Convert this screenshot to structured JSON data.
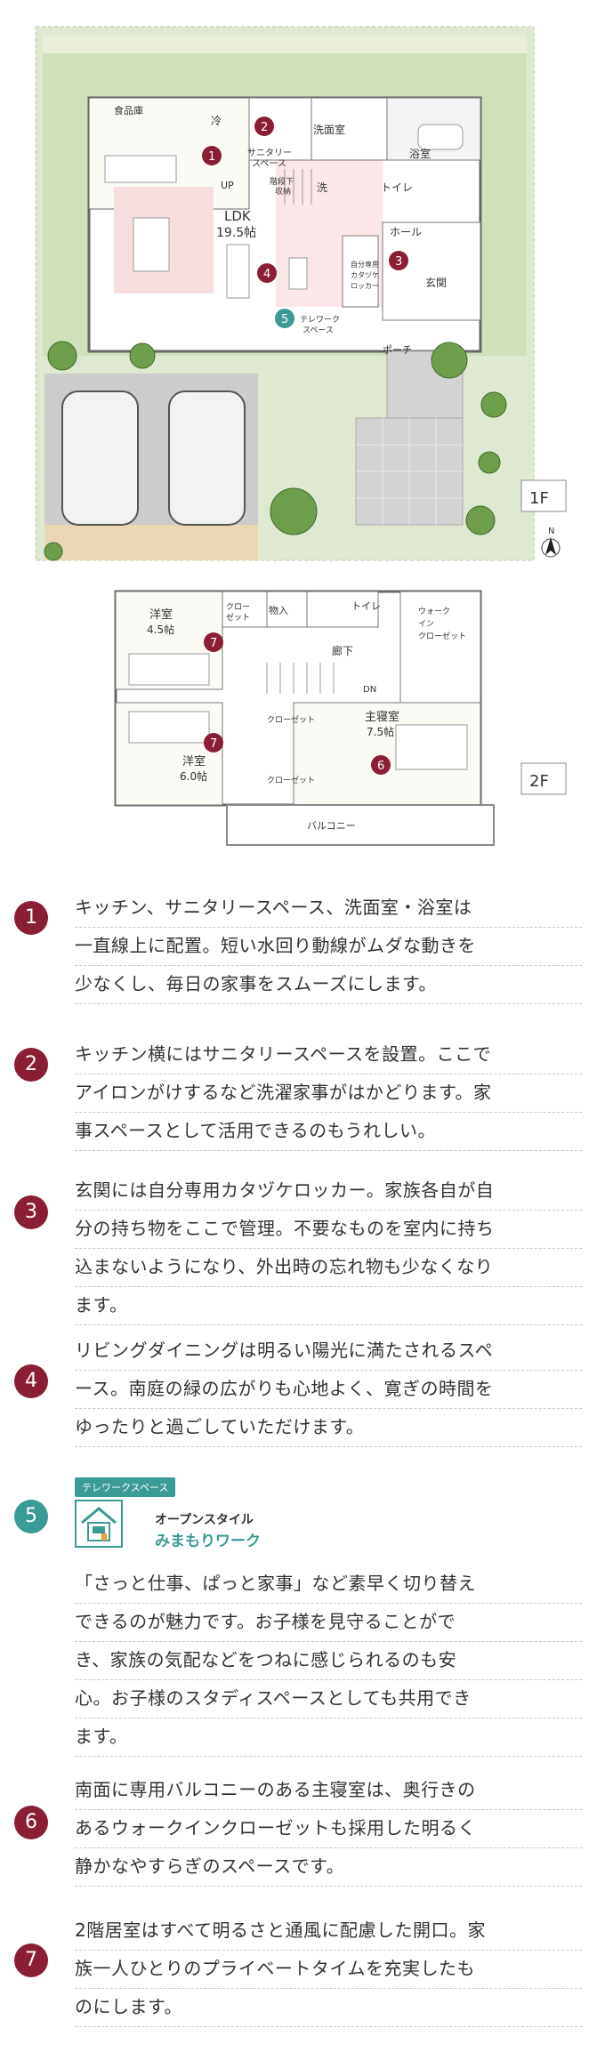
{
  "floor_plan": {
    "floor1_tag": "1F",
    "floor2_tag": "2F",
    "north": "N",
    "rooms1": {
      "kitchen_storage": "食品庫",
      "fridge": "冷",
      "sanitary": "サニタリー\nスペース",
      "up": "UP",
      "stair_storage": "階段下\n収納",
      "washroom": "洗面室",
      "wash": "洗",
      "bath": "浴室",
      "toilet": "トイレ",
      "hall": "ホール",
      "entrance": "玄関",
      "locker": "自分専用\nカタヅケ\nロッカー",
      "ldk": "LDK",
      "ldk_size": "19.5帖",
      "telework": "テレワーク\nスペース",
      "porch": "ポーチ"
    },
    "rooms2": {
      "room_a": "洋室",
      "room_a_size": "4.5帖",
      "closet_a": "クロー\nゼット",
      "storage": "物入",
      "toilet": "トイレ",
      "hall": "廊下",
      "walkin": "ウォーク\nイン\nクローゼット",
      "dn": "DN",
      "closet_b": "クローゼット",
      "room_b": "洋室",
      "room_b_size": "6.0帖",
      "closet_c": "クローゼット",
      "master": "主寝室",
      "master_size": "7.5帖",
      "balcony": "バルコニー"
    },
    "markers": [
      "1",
      "2",
      "3",
      "4",
      "5",
      "6",
      "7",
      "7"
    ]
  },
  "features": [
    {
      "num": "1",
      "lines": [
        "キッチン、サニタリースペース、洗面室・浴室は",
        "一直線上に配置。短い水回り動線がムダな動きを",
        "少なくし、毎日の家事をスムーズにします。"
      ]
    },
    {
      "num": "2",
      "lines": [
        "キッチン横にはサニタリースペースを設置。ここで",
        "アイロンがけするなど洗濯家事がはかどります。家",
        "事スペースとして活用できるのもうれしい。"
      ]
    },
    {
      "num": "3",
      "lines": [
        "玄関には自分専用カタヅケロッカー。家族各自が自",
        "分の持ち物をここで管理。不要なものを室内に持ち",
        "込まないようになり、外出時の忘れ物も少なくなり",
        "ます。"
      ]
    },
    {
      "num": "4",
      "lines": [
        "リビングダイニングは明るい陽光に満たされるスペ",
        "ース。南庭の緑の広がりも心地よく、寛ぎの時間を",
        "ゆったりと過ごしていただけます。"
      ]
    },
    {
      "num": "5",
      "badge": "テレワークスペース",
      "subtitle": "オープンスタイル",
      "title": "みまもりワーク",
      "lines": [
        "「さっと仕事、ぱっと家事」など素早く切り替え",
        "できるのが魅力です。お子様を見守ることがで",
        "き、家族の気配などをつねに感じられるのも安",
        "心。お子様のスタディスペースとしても共用でき",
        "ます。"
      ]
    },
    {
      "num": "6",
      "lines": [
        "南面に専用バルコニーのある主寝室は、奥行きの",
        "あるウォークインクローゼットも採用した明るく",
        "静かなやすらぎのスペースです。"
      ]
    },
    {
      "num": "7",
      "lines": [
        "2階居室はすべて明るさと通風に配慮した開口。家",
        "族一人ひとりのプライベートタイムを充実したも",
        "のにします。"
      ]
    }
  ],
  "colors": {
    "marker": "#8a1e35",
    "teal": "#3a9a94",
    "lawn": "#d9e8c5",
    "paving": "#c9c9c9",
    "wood": "#ead8b5",
    "ldk_pink": "#f7dede"
  }
}
